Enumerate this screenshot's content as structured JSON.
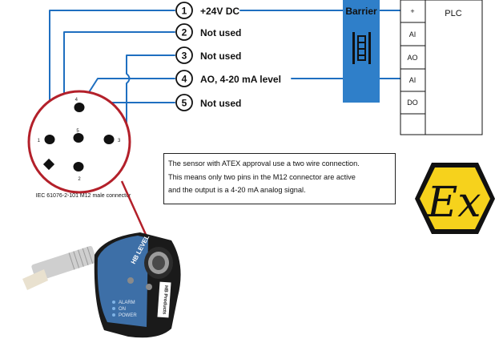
{
  "connections": [
    {
      "number": "1",
      "label": "+24V DC"
    },
    {
      "number": "2",
      "label": "Not used"
    },
    {
      "number": "3",
      "label": "Not used"
    },
    {
      "number": "4",
      "label": "AO, 4-20 mA level"
    },
    {
      "number": "5",
      "label": "Not used"
    }
  ],
  "barrier": {
    "label": "Barrier"
  },
  "plc": {
    "label": "PLC",
    "terminals": [
      "+",
      "AI",
      "AO",
      "AI",
      "DO",
      ""
    ]
  },
  "connector": {
    "caption": "IEC 61076-2-101 M12 male connector",
    "pins": [
      "1",
      "2",
      "3",
      "4",
      "5"
    ]
  },
  "note": {
    "lines": [
      "The sensor with ATEX approval use a two wire connection.",
      "This means only two pins in the M12 connector are active",
      "and the output is a 4-20 mA analog signal."
    ]
  },
  "atex_logo": {
    "text": "Ex",
    "color": "#f6d21c"
  },
  "sensor": {
    "side_label": "HB LEVEL SWITCH",
    "brand": "HB Products",
    "indicators": [
      "ALARM",
      "ON",
      "POWER"
    ]
  },
  "colors": {
    "wire": "#1f6fc0",
    "barrier": "#2f7fc9",
    "connector_ring": "#b3202a"
  }
}
